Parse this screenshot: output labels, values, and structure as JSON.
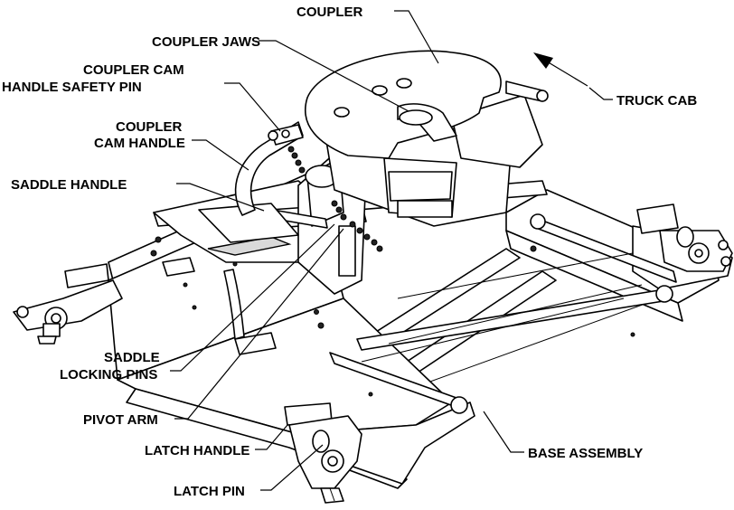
{
  "labels": {
    "coupler": "COUPLER",
    "coupler_jaws": "COUPLER JAWS",
    "cam_pin_line1": "COUPLER CAM",
    "cam_pin_line2": "HANDLE SAFETY PIN",
    "cam_handle_line1": "COUPLER",
    "cam_handle_line2": "CAM HANDLE",
    "saddle_handle": "SADDLE HANDLE",
    "saddle_pins_line1": "SADDLE",
    "saddle_pins_line2": "LOCKING PINS",
    "pivot_arm": "PIVOT ARM",
    "latch_handle": "LATCH HANDLE",
    "latch_pin": "LATCH PIN",
    "truck_cab": "TRUCK CAB",
    "base_assembly": "BASE ASSEMBLY"
  }
}
